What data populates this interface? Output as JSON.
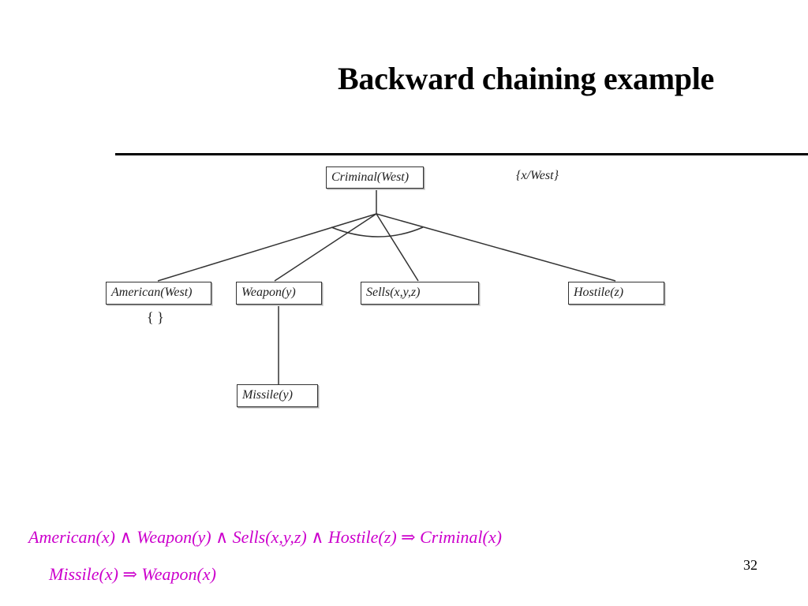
{
  "slide": {
    "title": "Backward chaining example",
    "page_number": "32"
  },
  "tree": {
    "root": {
      "label": "Criminal(West)",
      "substitution": "{x/West}"
    },
    "children": [
      {
        "label": "American(West)",
        "substitution": "{ }"
      },
      {
        "label": "Weapon(y)"
      },
      {
        "label": "Sells(x,y,z)"
      },
      {
        "label": "Hostile(z)"
      }
    ],
    "grandchildren": [
      {
        "label": "Missile(y)"
      }
    ]
  },
  "rules": {
    "rule1": {
      "t1": "American(x)",
      "op1": "∧",
      "t2": "Weapon(y)",
      "op2": "∧",
      "t3": "Sells(x,y,z)",
      "op3": "∧",
      "t4": "Hostile(z)",
      "op4": "⇒",
      "t5": "Criminal(x)"
    },
    "rule2": {
      "t1": "Missile(x)",
      "op1": "⇒",
      "t2": "Weapon(x)"
    }
  },
  "colors": {
    "rule_text": "#cc00cc",
    "lines": "#333333"
  }
}
